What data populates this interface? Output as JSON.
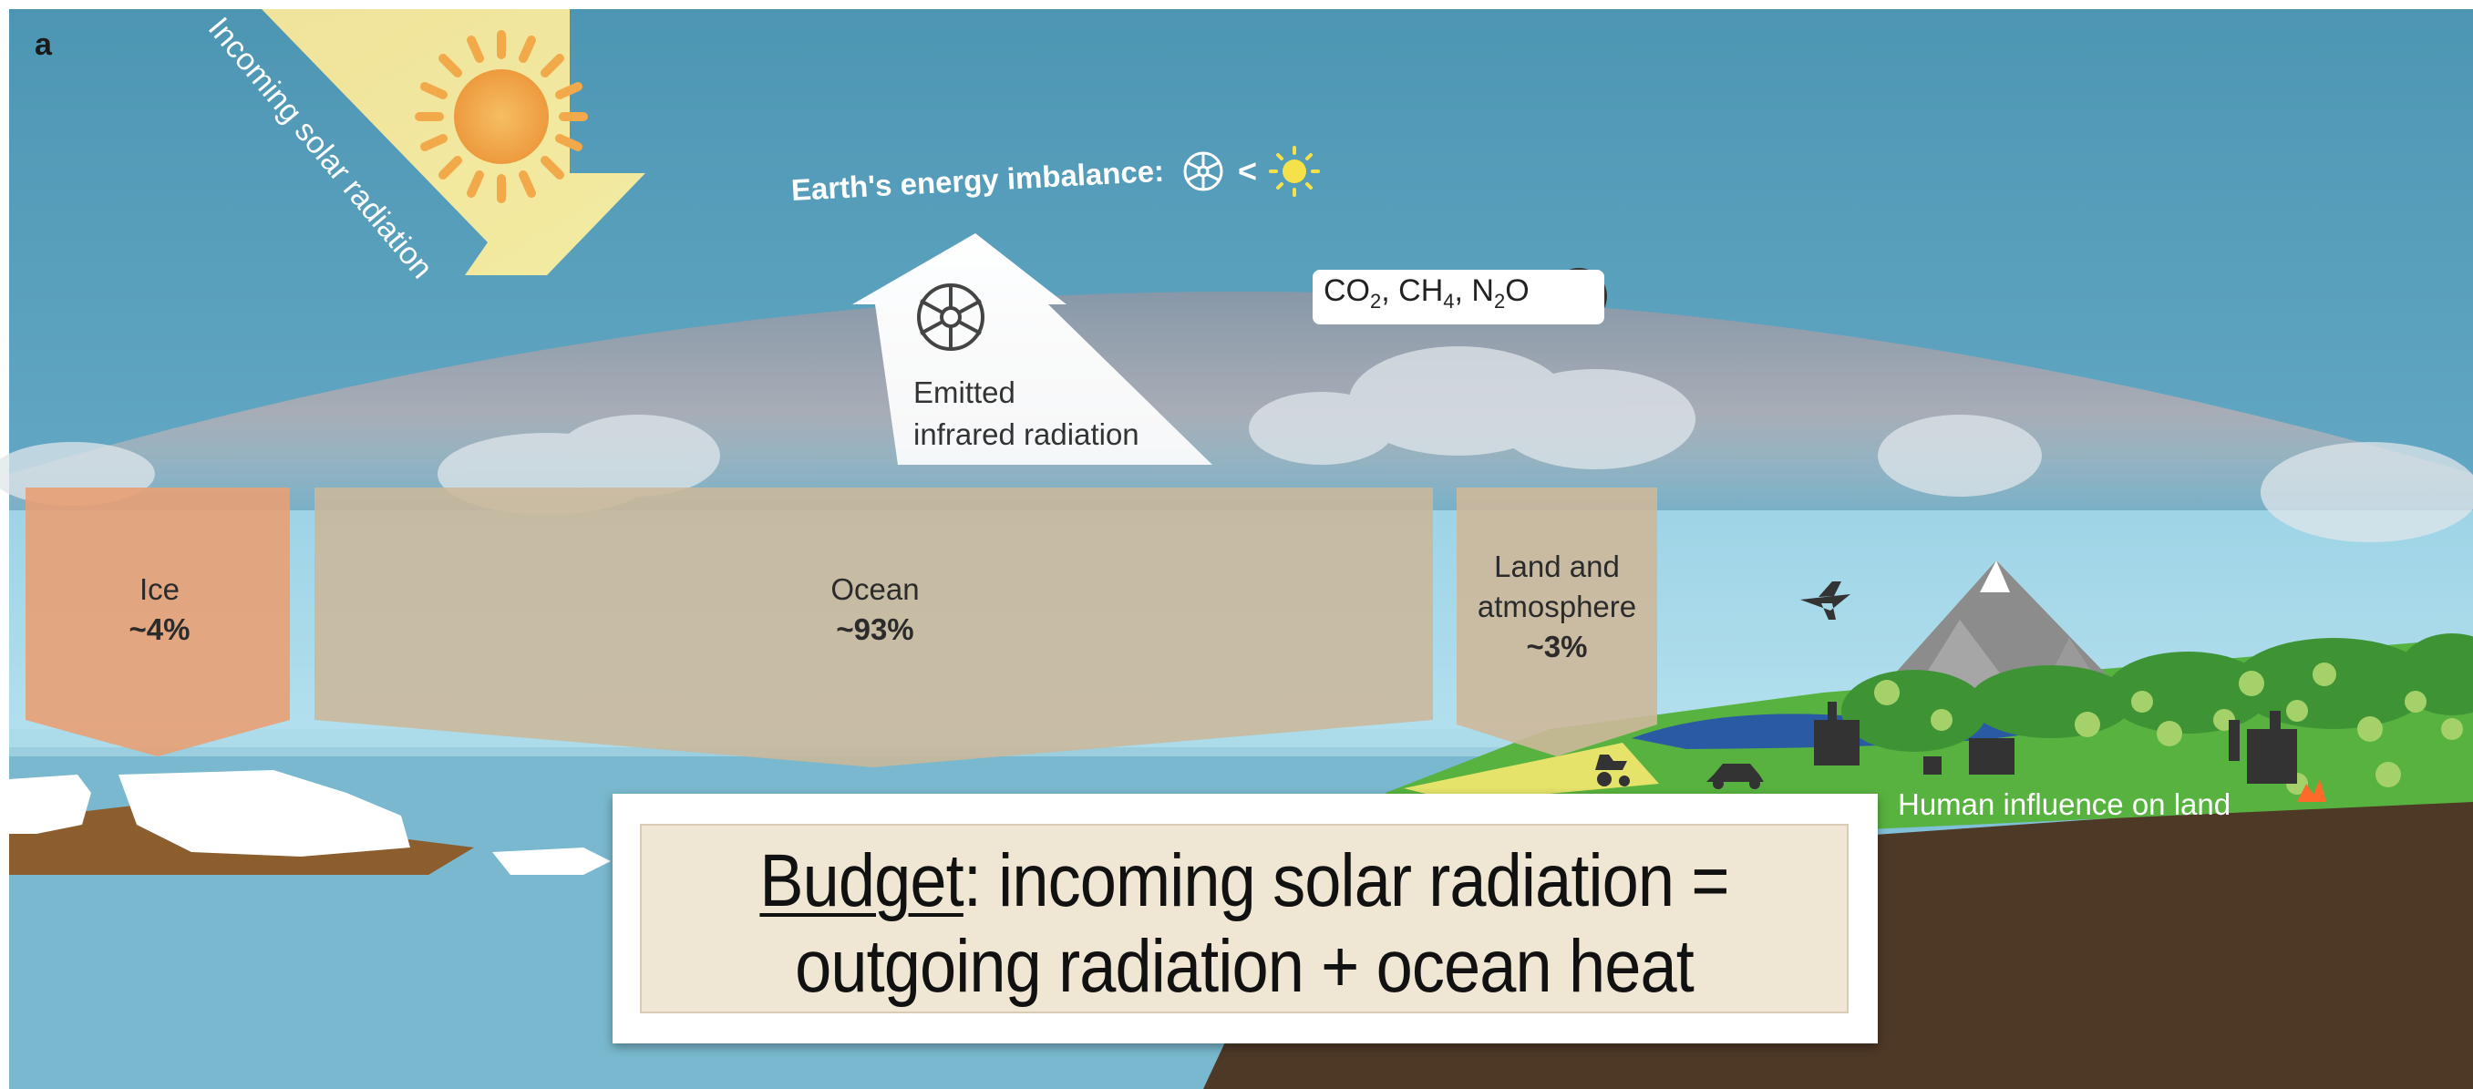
{
  "panel_label": "a",
  "incoming_label": "Incoming solar radiation",
  "imbalance_label": "Earth's energy imbalance:",
  "imbalance_symbols": {
    "emitted_icon": "infrared-wheel-icon",
    "comparator": "<",
    "solar_icon": "sun-icon"
  },
  "ghg": {
    "co": "CO",
    "co_sub": "2",
    "ch": ", CH",
    "ch_sub": "4",
    "n": ", N",
    "n_sub": "2",
    "o": "O",
    "trend_icon": "up-arrow-icon"
  },
  "emitted": {
    "line1": "Emitted",
    "line2": "infrared radiation",
    "icon": "infrared-wheel-icon"
  },
  "boxes": {
    "ice": {
      "name": "Ice",
      "value": "~4%"
    },
    "ocean": {
      "name": "Ocean",
      "value": "~93%"
    },
    "land": {
      "name_line1": "Land and",
      "name_line2": "atmosphere",
      "value": "~3%"
    }
  },
  "human_label": "Human influence on land",
  "budget": {
    "word": "Budget",
    "rest_line1": ": incoming solar radiation =",
    "line2": "outgoing radiation + ocean heat"
  },
  "colors": {
    "sky_top": "#4d9ab7",
    "sky_low": "#8fcde2",
    "atmosphere_band": "#a5a1ab",
    "ocean": "#78b7cd",
    "ice_box": "#e8a074",
    "ocean_box": "#cbb79a",
    "land_box": "#cdb89a",
    "sun": "#f2a94a",
    "sun_beam": "#faeb9c",
    "grass": "#58b23f",
    "soil": "#4e3826",
    "budget_fill": "#efe6d3"
  }
}
